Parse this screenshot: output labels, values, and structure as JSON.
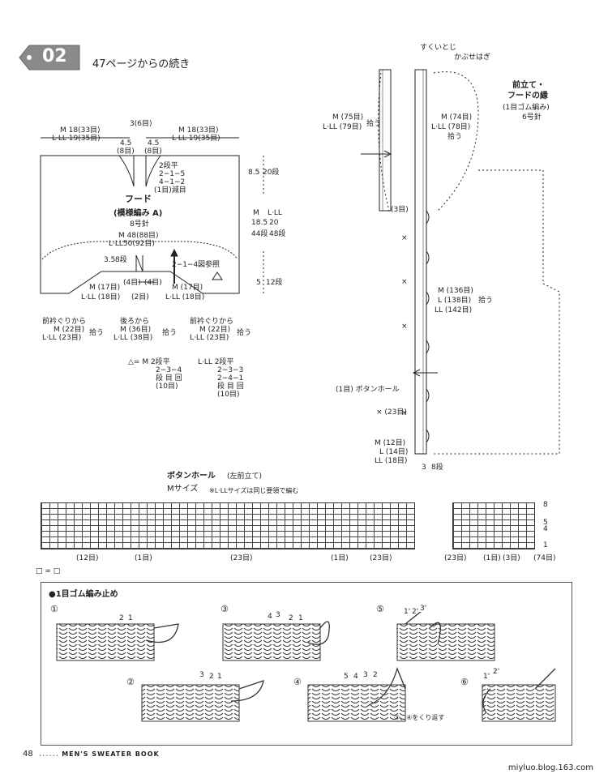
{
  "badge": {
    "number": "02"
  },
  "header": {
    "continued": "47ページからの続き"
  },
  "hood": {
    "title": "フード",
    "pattern": "(模様編み A)",
    "needle": "8号針",
    "top_left": [
      "M 18(33目)",
      "L·LL 19(35目)"
    ],
    "top_center": "3(6目)",
    "top_right": [
      "M 18(33目)",
      "L·LL 19(35目)"
    ],
    "top_sub_left": [
      "4.5",
      "(8目)"
    ],
    "top_sub_right": [
      "4.5",
      "(8目)"
    ],
    "decrease": [
      "2段平",
      "2−1−5",
      "4−1−2",
      "(1目)減目"
    ],
    "width": [
      "M 48(88目)",
      "L·LL50(92目)"
    ],
    "right_dims": [
      "8.5",
      "20段",
      "M",
      "L·LL",
      "18.5",
      "20",
      "44段",
      "48段"
    ],
    "inner_left": [
      "3.5",
      "8段"
    ],
    "inner_mid": "2−1−4",
    "see_fig": "図参照",
    "bottom_dim": [
      "5",
      "12段"
    ],
    "bottom_left": [
      "M (17目)",
      "L·LL (18目)"
    ],
    "bottom_mid": [
      "(4目)",
      "(4目)",
      "(2目)"
    ],
    "bottom_right": [
      "M (17目)",
      "L·LL (18目)"
    ],
    "pickup_left": [
      "前衿ぐりから",
      "M (22目)",
      "L·LL (23目)",
      "拾う"
    ],
    "pickup_mid": [
      "後ろから",
      "M (36目)",
      "L·LL (38目)",
      "拾う"
    ],
    "pickup_right": [
      "前衿ぐりから",
      "M (22目)",
      "L·LL (23目)",
      "拾う"
    ],
    "triangle_m": [
      "△= M 2段平",
      "2−3−4",
      "段 目 回",
      "(10目)"
    ],
    "triangle_l": [
      "L·LL 2段平",
      "2−3−3",
      "2−4−1",
      "段 目 回",
      "(10目)"
    ]
  },
  "front": {
    "title": [
      "前立て・",
      "フードの縁"
    ],
    "pattern": "(1目ゴム編み)",
    "needle": "6号針",
    "sukui": "すくいとじ",
    "kabuse": "かぶせはぎ",
    "left_pick": [
      "M (75目)",
      "L·LL (79目)",
      "拾う"
    ],
    "right_pick": [
      "M (74目)",
      "L·LL (78目)",
      "拾う"
    ],
    "three": "(3目)",
    "long_pick": [
      "M (136目)",
      "L (138目)",
      "LL (142目)",
      "拾う"
    ],
    "button_hole": "(1目) ボタンホール",
    "x23": "× (23目)",
    "bottom": [
      "M (12目)",
      "L (14目)",
      "LL (18目)"
    ],
    "bottom_dim": [
      "3",
      "8段"
    ]
  },
  "buttonhole": {
    "title": "ボタンホール",
    "side": "(左前立て)",
    "size_m": "Mサイズ",
    "note": "※L·LLサイズは同じ要領で編む",
    "row_labels": [
      "8",
      "5",
      "4",
      "1"
    ],
    "counts": [
      "(12目)",
      "(1目)",
      "(23目)",
      "(1目)",
      "(23目)",
      "(23目)",
      "(1目)",
      "(3目)",
      "(74目)"
    ],
    "legend": "□ = □"
  },
  "bindoff": {
    "title": "●1目ゴム編み止め",
    "steps": [
      "①",
      "②",
      "③",
      "④",
      "⑤",
      "⑥"
    ],
    "s1_nums": [
      "2",
      "1"
    ],
    "s2_nums": [
      "3",
      "2",
      "1"
    ],
    "s3_nums": [
      "4",
      "3",
      "2",
      "1"
    ],
    "s4_nums": [
      "5",
      "4",
      "3",
      "2"
    ],
    "s5_nums": [
      "1'",
      "2'",
      "3'"
    ],
    "s6_nums": [
      "1'",
      "2'"
    ],
    "repeat": "③、④をくり返す"
  },
  "footer": {
    "page": "48",
    "title": "MEN'S SWEATER BOOK"
  },
  "watermark": "miyluo.blog.163.com"
}
